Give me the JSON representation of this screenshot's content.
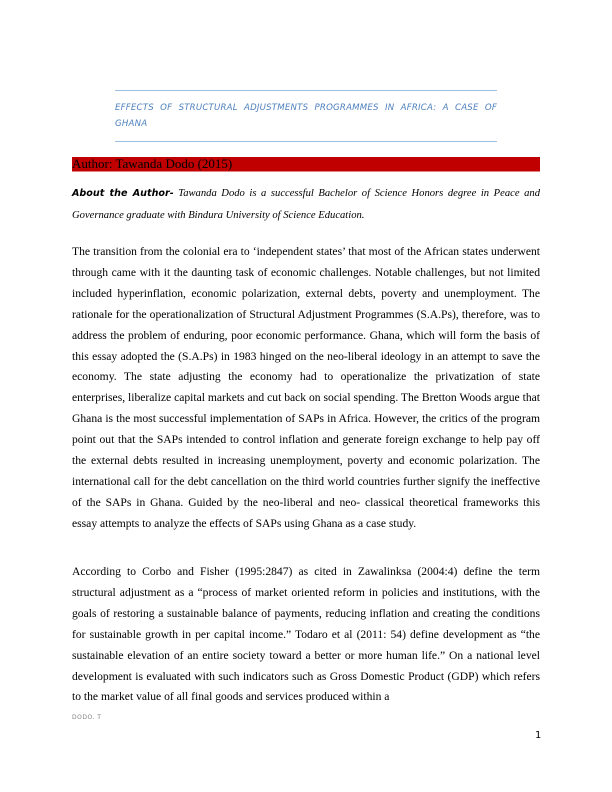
{
  "document": {
    "title": "EFFECTS OF STRUCTURAL ADJUSTMENTS PROGRAMMES IN AFRICA: A CASE OF GHANA",
    "author_line": "Author: Tawanda Dodo (2015)",
    "about": {
      "lead": "About the Author-",
      "text": " Tawanda Dodo is a successful Bachelor of Science Honors degree in Peace and Governance graduate with Bindura University of Science Education."
    },
    "paragraphs": [
      "The transition from the colonial era to ‘independent states’ that most of the African states underwent through came with it the daunting task of economic challenges. Notable challenges, but not limited included hyperinflation, economic polarization, external debts, poverty and unemployment.  The rationale for the operationalization of Structural Adjustment Programmes (S.A.Ps), therefore, was to address the problem of enduring, poor economic performance. Ghana, which will form the basis of this essay adopted the (S.A.Ps) in 1983 hinged on the neo-liberal ideology in an attempt to save the economy. The state adjusting the economy had to operationalize the privatization of state enterprises, liberalize capital markets and cut back on social spending. The Bretton Woods argue that Ghana is the most successful implementation of SAPs in Africa. However, the critics of the program point out that the SAPs intended to control inflation and generate foreign exchange to help pay off the external debts resulted in increasing unemployment, poverty and economic polarization. The international call for the debt cancellation on the third world countries further signify the ineffective of the SAPs in Ghana. Guided by the neo-liberal and neo- classical theoretical frameworks this essay attempts to analyze the effects of SAPs using Ghana as a case study.",
      "According to Corbo and Fisher (1995:2847) as cited in Zawalinksa (2004:4) define the term structural adjustment as a “process of market oriented reform in policies and institutions, with the goals of restoring a sustainable balance of payments, reducing inflation and creating the conditions for sustainable growth in per capital income.” Todaro et al (2011: 54) define development as “the sustainable elevation of an entire society toward a better or more human life.” On a national level development is evaluated with such indicators such as Gross Domestic Product (GDP) which refers to the market value of all final goods and services produced within a"
    ]
  },
  "footer": {
    "author_mark": "DODO. T",
    "page_number": "1"
  },
  "colors": {
    "title_blue": "#4f81bd",
    "rule_blue": "#9dbfe0",
    "author_bar_red": "#c00000",
    "footer_gray": "#7f7f7f"
  }
}
